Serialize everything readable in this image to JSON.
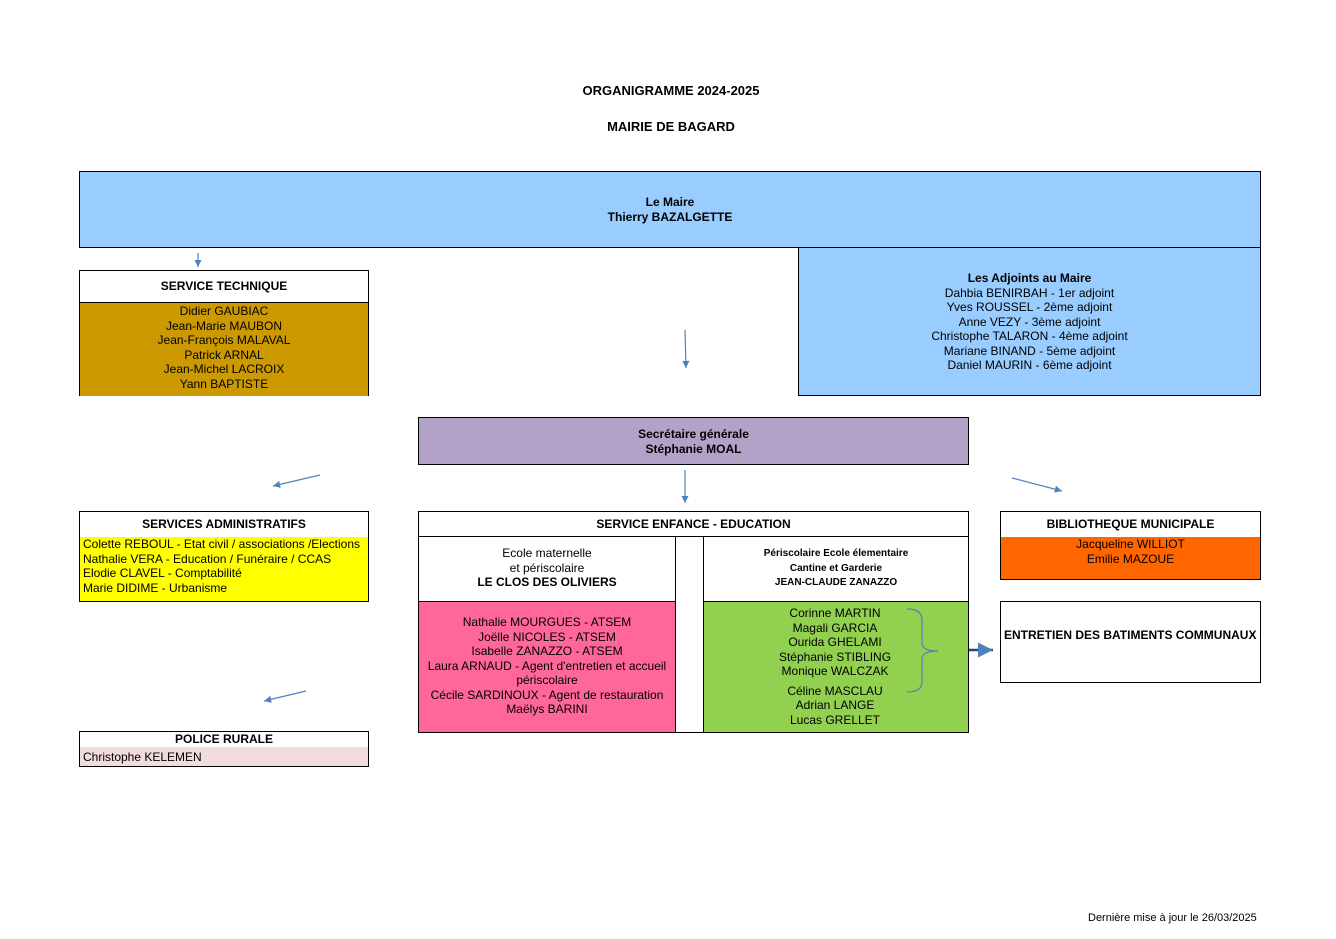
{
  "header": {
    "title": "ORGANIGRAMME 2024-2025",
    "subtitle": "MAIRIE DE BAGARD"
  },
  "maire": {
    "role": "Le Maire",
    "name": "Thierry BAZALGETTE",
    "color": "#99CCFF"
  },
  "adjoints": {
    "title": "Les Adjoints au Maire",
    "members": [
      "Dahbia BENIRBAH - 1er adjoint",
      "Yves ROUSSEL - 2ème adjoint",
      "Anne VEZY - 3ème adjoint",
      "Christophe TALARON - 4ème adjoint",
      "Mariane BINAND - 5ème adjoint",
      "Daniel MAURIN - 6ème adjoint"
    ],
    "color": "#99CCFF"
  },
  "service_technique": {
    "title": "SERVICE TECHNIQUE",
    "members": [
      "Didier GAUBIAC",
      "Jean-Marie MAUBON",
      "Jean-François MALAVAL",
      "Patrick ARNAL",
      "Jean-Michel LACROIX",
      "Yann BAPTISTE"
    ],
    "color": "#CC9900"
  },
  "secretaire": {
    "role": "Secrétaire générale",
    "name": "Stéphanie MOAL",
    "color": "#B3A2C7"
  },
  "services_administratifs": {
    "title": "SERVICES ADMINISTRATIFS",
    "members": [
      "Colette REBOUL - Etat civil / associations /Elections",
      "Nathalie VERA - Education / Funéraire / CCAS",
      "Elodie CLAVEL - Comptabilité",
      "Marie DIDIME - Urbanisme"
    ],
    "color": "#FFFF00"
  },
  "service_enfance": {
    "title": "SERVICE ENFANCE - EDUCATION",
    "maternelle": {
      "lines": [
        "Ecole maternelle",
        "et périscolaire",
        "LE CLOS DES OLIVIERS"
      ],
      "members": [
        "Nathalie MOURGUES - ATSEM",
        "Joëlle NICOLES - ATSEM",
        "Isabelle ZANAZZO - ATSEM",
        "Laura ARNAUD - Agent d'entretien et accueil",
        "périscolaire",
        "Cécile SARDINOUX - Agent de restauration",
        "Maëlys BARINI"
      ],
      "color": "#FF6699"
    },
    "periscolaire": {
      "lines": [
        "Périscolaire Ecole élementaire",
        "Cantine et Garderie",
        "JEAN-CLAUDE ZANAZZO"
      ],
      "members_group": [
        "Corinne MARTIN",
        "Magali GARCIA",
        "Ourida GHELAMI",
        "Stéphanie STIBLING",
        "Monique WALCZAK",
        "Céline MASCLAU"
      ],
      "members_rest": [
        "Adrian LANGE",
        "Lucas GRELLET"
      ],
      "color": "#92D050"
    }
  },
  "bibliotheque": {
    "title": "BIBLIOTHEQUE MUNICIPALE",
    "members": [
      "Jacqueline WILLIOT",
      "Emilie MAZOUE"
    ],
    "color": "#FF6600"
  },
  "entretien": {
    "title": "ENTRETIEN DES BATIMENTS COMMUNAUX"
  },
  "police": {
    "title": "POLICE RURALE",
    "members": [
      "Christophe KELEMEN"
    ],
    "color": "#F2DCDB"
  },
  "footer": {
    "last_update": "Dernière mise à jour le 26/03/2025"
  },
  "colors": {
    "arrow": "#4F81BD",
    "border": "#000000"
  }
}
